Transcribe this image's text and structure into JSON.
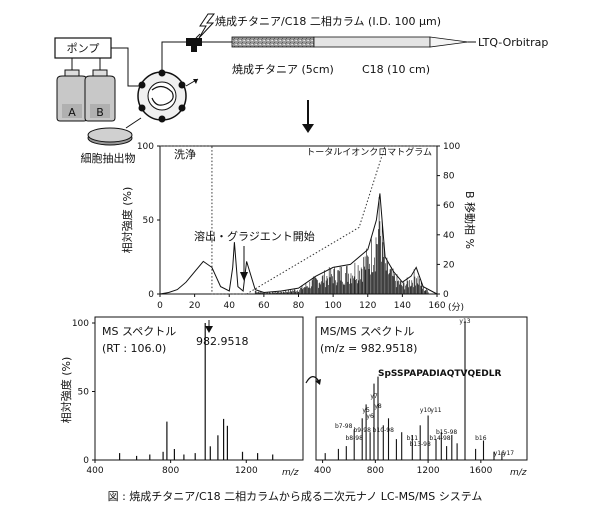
{
  "top": {
    "pump_label": "ポンプ",
    "bottle_a": "A",
    "bottle_b": "B",
    "extract_label": "細胞抽出物",
    "column_title": "焼成チタニア/C18 二相カラム (I.D. 100 μm)",
    "titania_label": "焼成チタニア (5cm)",
    "c18_label": "C18 (10 cm)",
    "ms_label": "LTQ-Orbitrap"
  },
  "tic": {
    "wash_label": "洗浄",
    "tic_title": "トータルイオンクロマトグラム",
    "elution_label": "溶出・グラジエント開始",
    "ylabel_left": "相対強度 (%)",
    "ylabel_right": "B 移動相 %",
    "xunit": "(分)",
    "yticks_left": [
      "0",
      "50",
      "100"
    ],
    "yticks_right": [
      "0",
      "20",
      "40",
      "60",
      "80",
      "100"
    ],
    "xticks": [
      "0",
      "20",
      "40",
      "60",
      "80",
      "100",
      "120",
      "140",
      "160"
    ]
  },
  "ms": {
    "title": "MS スペクトル",
    "rt": "(RT : 106.0)",
    "peak_label": "982.9518",
    "ylabel": "相対強度 (%)",
    "yticks": [
      "0",
      "50",
      "100"
    ],
    "xticks": [
      "400",
      "800",
      "1200"
    ],
    "xunit": "m/z"
  },
  "msms": {
    "title": "MS/MS スペクトル",
    "precursor": "(m/z = 982.9518)",
    "sequence": "SpSSPAPADIAQTVQEDLR",
    "xticks": [
      "400",
      "800",
      "1200",
      "1600"
    ],
    "xunit": "m/z",
    "ion_labels": [
      "y13",
      "y5",
      "y6",
      "y7",
      "y8",
      "y10",
      "y11",
      "b7-98",
      "b8-98",
      "b9-98",
      "b10-98",
      "b11",
      "b13-98",
      "b14-98",
      "b15-98",
      "b16",
      "y16",
      "y17"
    ]
  },
  "caption": "図 : 焼成チタニア/C18 二相カラムから成る二次元ナノ LC-MS/MS システム",
  "chart_data": [
    {
      "type": "line",
      "title": "トータルイオンクロマトグラム",
      "xlabel": "(分)",
      "ylabel": "相対強度 (%)",
      "xlim": [
        0,
        160
      ],
      "ylim": [
        0,
        100
      ],
      "x": [
        0,
        5,
        10,
        15,
        20,
        25,
        30,
        35,
        40,
        42,
        43,
        45,
        48,
        50,
        55,
        60,
        70,
        80,
        90,
        100,
        110,
        120,
        125,
        127,
        130,
        135,
        140,
        145,
        148,
        152,
        160
      ],
      "series": [
        {
          "values": [
            0,
            1,
            3,
            8,
            15,
            22,
            18,
            5,
            2,
            18,
            35,
            5,
            2,
            22,
            3,
            1,
            2,
            4,
            12,
            18,
            20,
            30,
            50,
            68,
            25,
            15,
            8,
            12,
            18,
            5,
            0
          ]
        }
      ],
      "overlay_line": {
        "ylabel": "B 移動相 %",
        "ylim": [
          0,
          100
        ],
        "x": [
          0,
          30,
          30,
          35,
          50,
          115,
          130,
          160
        ],
        "y": [
          100,
          100,
          0,
          0,
          0,
          45,
          100,
          100
        ]
      }
    },
    {
      "type": "bar",
      "title": "MS スペクトル",
      "xlabel": "m/z",
      "ylabel": "相対強度 (%)",
      "xlim": [
        400,
        1500
      ],
      "ylim": [
        0,
        100
      ],
      "x": [
        530,
        620,
        690,
        760,
        780,
        820,
        870,
        930,
        982.95,
        1010,
        1050,
        1080,
        1100,
        1180,
        1260,
        1340
      ],
      "values": [
        5,
        3,
        4,
        6,
        28,
        8,
        4,
        5,
        100,
        10,
        18,
        30,
        25,
        6,
        5,
        4
      ]
    },
    {
      "type": "bar",
      "title": "MS/MS スペクトル",
      "xlabel": "m/z",
      "xlim": [
        350,
        1950
      ],
      "ylim": [
        0,
        100
      ],
      "x": [
        420,
        520,
        580,
        640,
        700,
        730,
        760,
        790,
        820,
        860,
        900,
        960,
        1000,
        1080,
        1140,
        1200,
        1260,
        1300,
        1340,
        1380,
        1420,
        1480,
        1560,
        1620,
        1700,
        1760
      ],
      "values": [
        5,
        8,
        10,
        22,
        30,
        40,
        20,
        55,
        60,
        25,
        30,
        15,
        20,
        18,
        25,
        32,
        15,
        20,
        10,
        18,
        12,
        100,
        8,
        14,
        6,
        5
      ]
    }
  ]
}
